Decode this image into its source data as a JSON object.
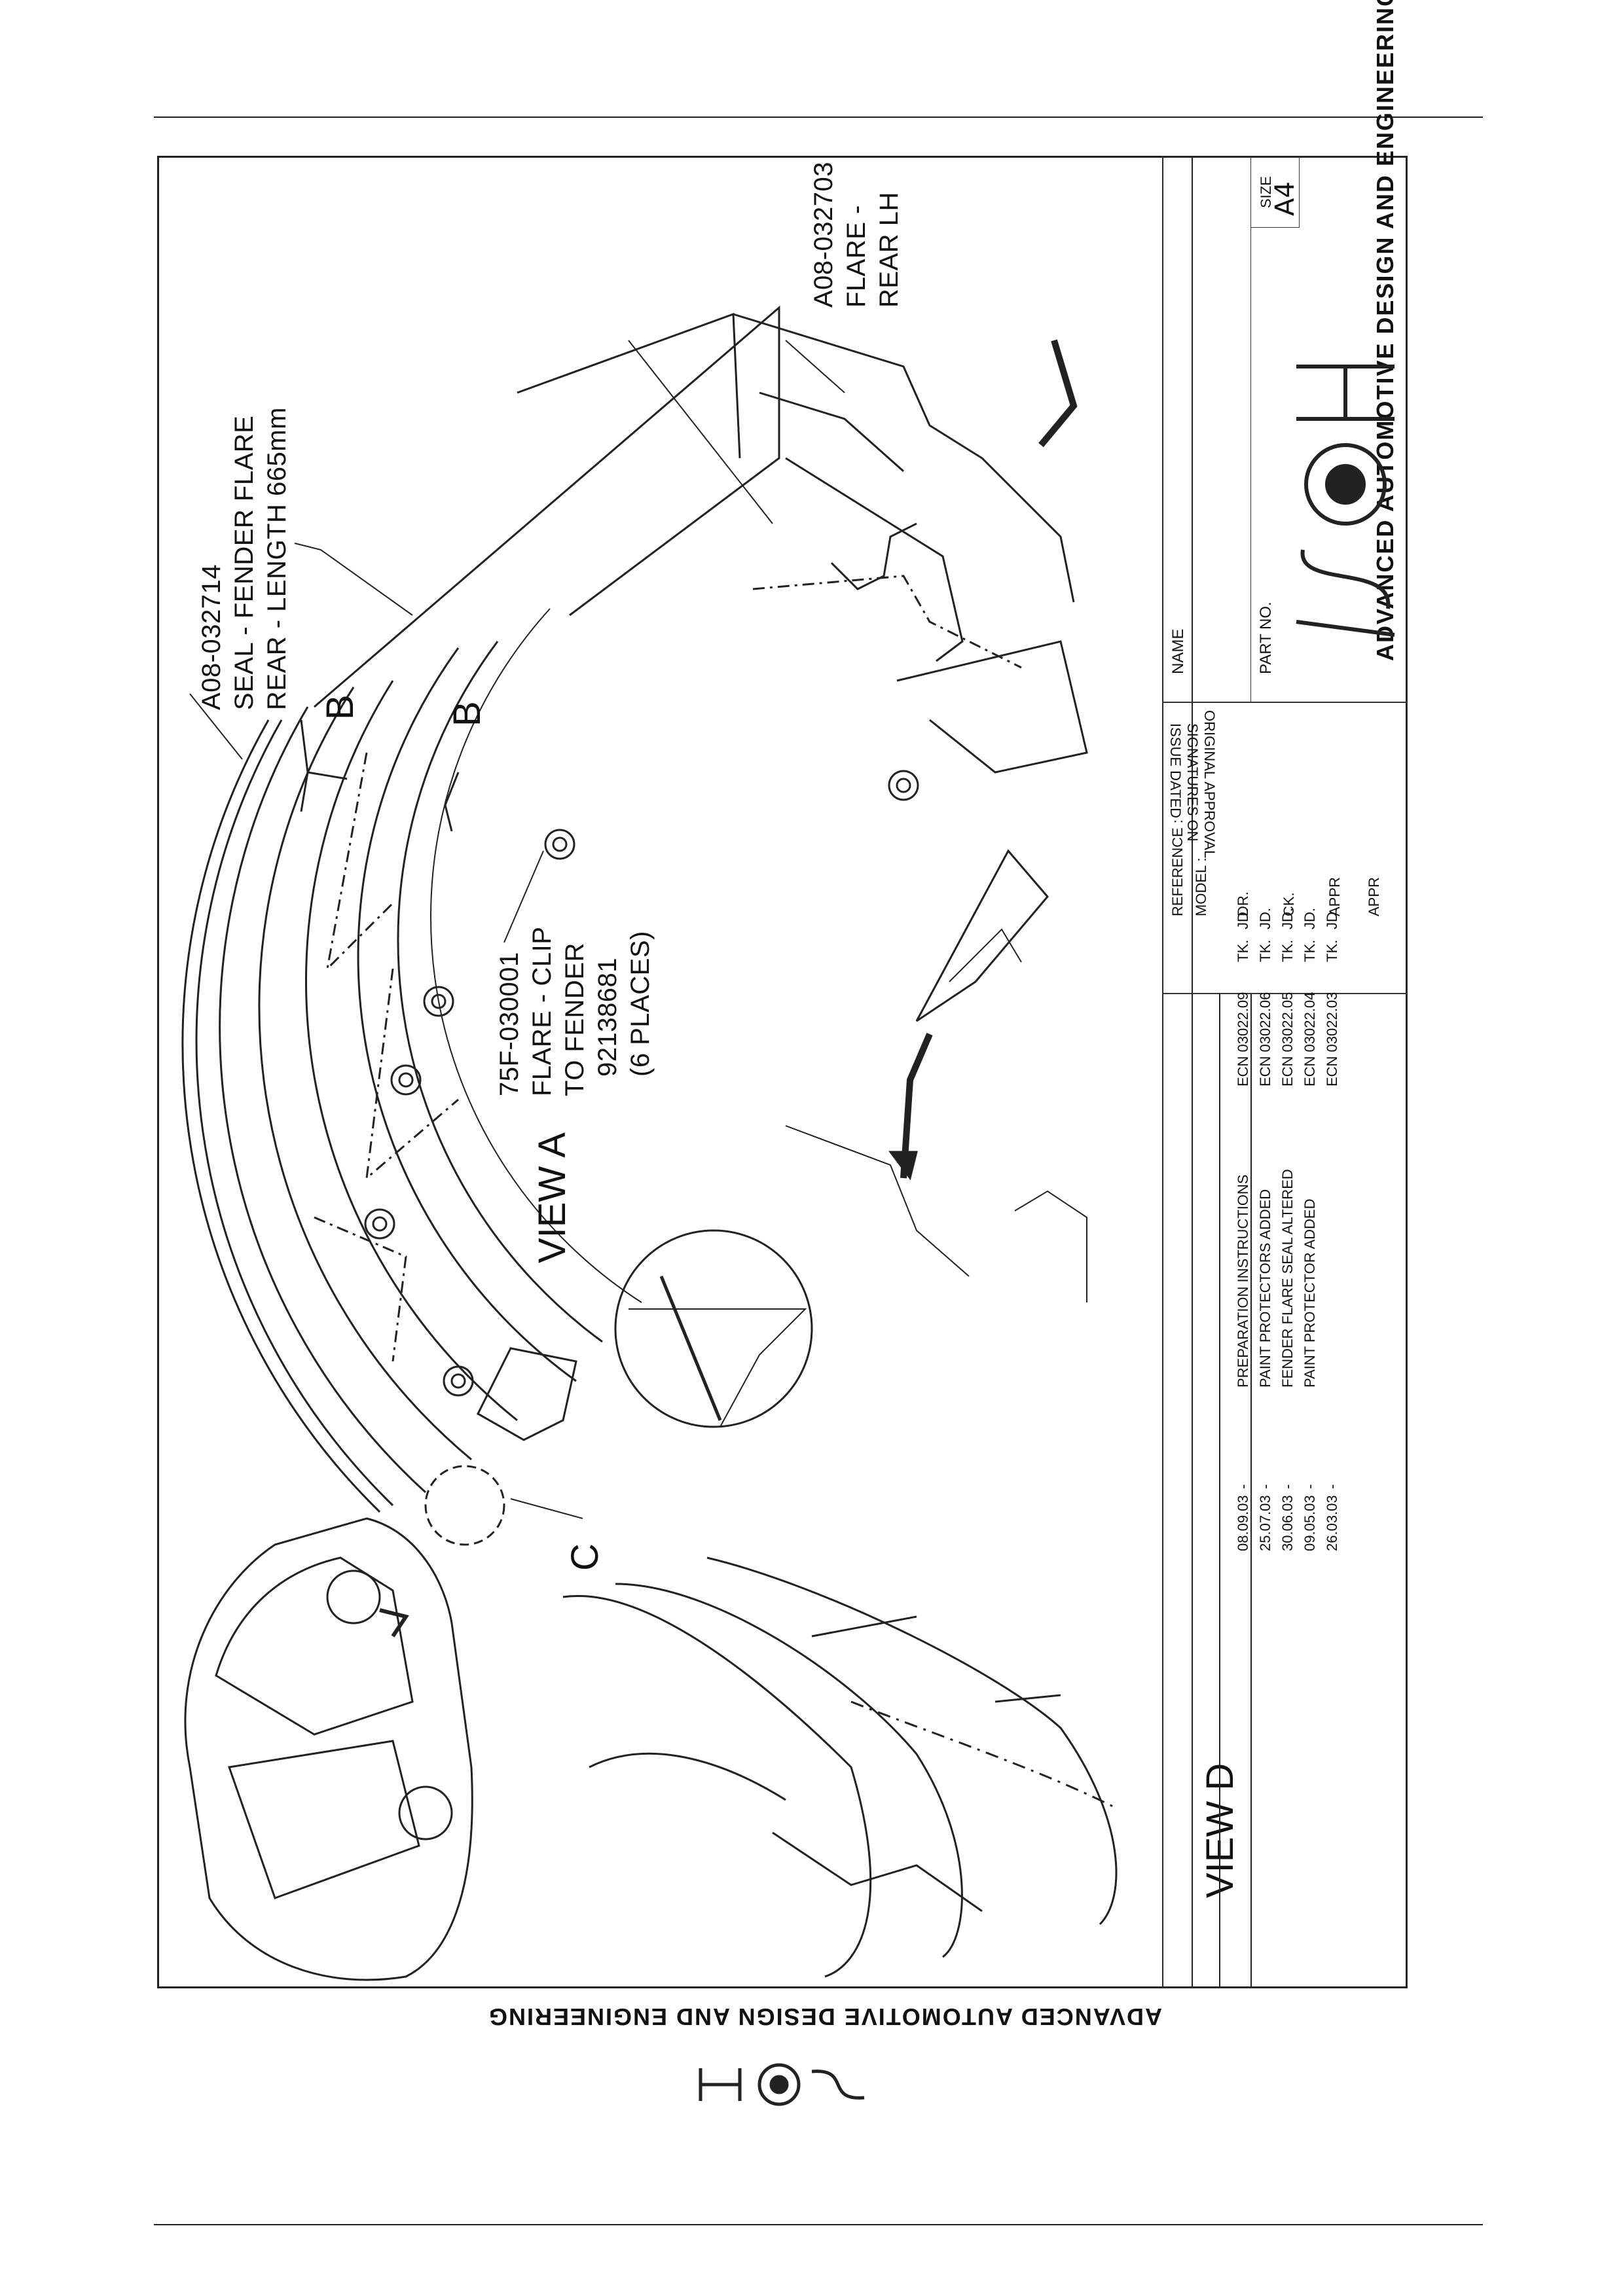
{
  "labels": {
    "seal_part": "A08-032714",
    "seal_desc1": "SEAL - FENDER FLARE",
    "seal_desc2": "REAR - LENGTH 665mm",
    "flare_part": "A08-032703",
    "flare_desc1": "FLARE -",
    "flare_desc2": "REAR LH",
    "clip_part": "75F-030001",
    "clip_desc1": "FLARE - CLIP",
    "clip_desc2": "TO FENDER",
    "clip_desc3": "92138681",
    "clip_desc4": "(6 PLACES)",
    "view_a": "VIEW A",
    "view_d": "VIEW D",
    "section_b1": "B",
    "section_b2": "B",
    "detail_c": "C"
  },
  "title_block": {
    "name_label": "NAME",
    "part_no_label": "PART NO.",
    "reference_label": "REFERENCE :",
    "model_label": "MODEL :",
    "approval_line1": "ORIGINAL APPROVAL",
    "approval_line2": "SIGNATURES ON",
    "approval_line3": "ISSUE DATED",
    "size_label": "SIZE",
    "size_value": "A4",
    "company": "ADVANCED AUTOMOTIVE DESIGN AND ENGINEERING",
    "sign_roles": [
      "DR.",
      "CK.",
      "APPR",
      "APPR"
    ],
    "revisions": [
      {
        "date": "08.09.03",
        "dash": "-",
        "desc": "PREPARATION INSTRUCTIONS",
        "ecn": "ECN 03022.09",
        "by": "TK.",
        "chk": "JD."
      },
      {
        "date": "25.07.03",
        "dash": "-",
        "desc": "PAINT PROTECTORS ADDED",
        "ecn": "ECN 03022.06",
        "by": "TK.",
        "chk": "JD."
      },
      {
        "date": "30.06.03",
        "dash": "-",
        "desc": "FENDER FLARE SEAL ALTERED",
        "ecn": "ECN 03022.05",
        "by": "TK.",
        "chk": "JD."
      },
      {
        "date": "09.05.03",
        "dash": "-",
        "desc": "PAINT PROTECTOR ADDED",
        "ecn": "ECN 03022.04",
        "by": "TK.",
        "chk": "JD."
      },
      {
        "date": "26.03.03",
        "dash": "-",
        "desc": "",
        "ecn": "ECN 03022.03",
        "by": "TK.",
        "chk": "JD."
      }
    ]
  },
  "footer": {
    "company_upside_down": "ADVANCED AUTOMOTIVE DESIGN AND ENGINEERING",
    "logo": "HSV"
  },
  "colors": {
    "ink": "#111111",
    "paper": "#ffffff"
  }
}
